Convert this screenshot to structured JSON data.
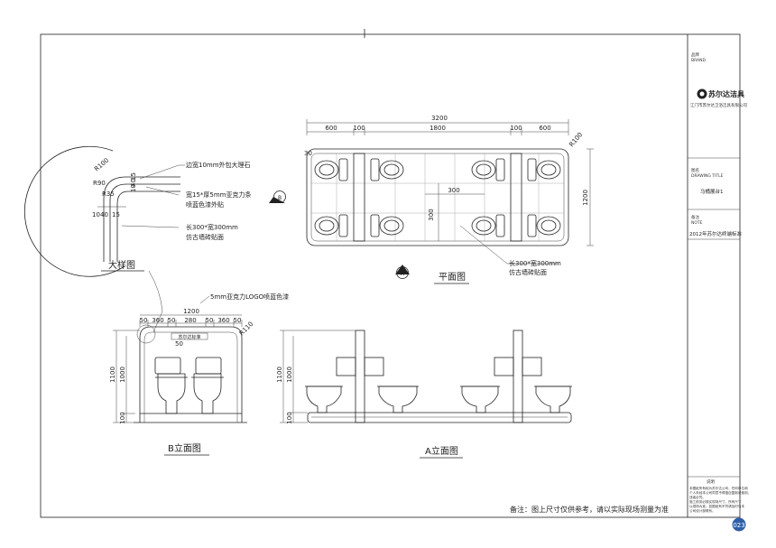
{
  "drawing": {
    "plan_title": "平面图",
    "detail_title": "大样图",
    "elev_b_title": "B立面图",
    "elev_a_title": "A立面图",
    "marker_b": "B",
    "marker_a": "A",
    "remark": "备注：图上尺寸仅供参考，请以实际现场测量为准",
    "page_number": "023"
  },
  "plan": {
    "total_width": "3200",
    "segments": [
      "600",
      "100",
      "1800",
      "100",
      "600"
    ],
    "depth": "1200",
    "corner_radius": "R100",
    "edge_30": "30",
    "tile_w": "300",
    "tile_h": "300",
    "tile_note_1": "长300*宽300mm",
    "tile_note_2": "仿古墙砖贴面"
  },
  "detail": {
    "r100": "R100",
    "r90": "R90",
    "r35": "R35",
    "d15": "15",
    "d40": "40",
    "d10v": "10",
    "dims_h": [
      "10",
      "40",
      "15"
    ],
    "note_marble": "边宽10mm外包大理石",
    "note_acrylic_1": "宽15*厚5mm亚克力条",
    "note_acrylic_2": "喷蓝色漆外贴",
    "note_tile_1": "长300*宽300mm",
    "note_tile_2": "仿古墙砖贴面"
  },
  "elev_b": {
    "top_note": "5mm亚克力LOGO喷蓝色漆",
    "total": "1200",
    "segments": [
      "50",
      "360",
      "50",
      "280",
      "50",
      "360",
      "50"
    ],
    "r110": "R110",
    "logo_text": "苏尔达标准",
    "d50": "50",
    "h_total": "1100",
    "h_upper": "1000",
    "h_lower": "100"
  },
  "elev_a": {
    "h_total": "1100",
    "h_upper": "1000",
    "h_lower": "100"
  },
  "titleblock": {
    "brand_label": "品牌",
    "brand_label_en": "BRAND",
    "logo": "苏尔达洁具",
    "company": "江门市苏尔达卫浴洁具有限公司",
    "name_label": "图名",
    "name_label_en": "DRAWING TITLE",
    "name_value": "马桶展台1",
    "remark_label": "备注",
    "remark_label_en": "NOTE",
    "remark_value": "2012年苏尔达终端标准",
    "statement_title": "说明",
    "statement_lines": [
      "本图纸所有权为苏尔达公司，任何单位和",
      "个人未经本公司同意不得擅自复制或使用，",
      "违者必究。",
      "施工前务必核实现场尺寸，所有尺寸",
      "以现场为准。如图纸有不符请及时与本",
      "公司设计部联系。"
    ]
  },
  "colors": {
    "line": "#222222",
    "badge": "#2f5fa8",
    "badge_text": "#ffffff"
  }
}
